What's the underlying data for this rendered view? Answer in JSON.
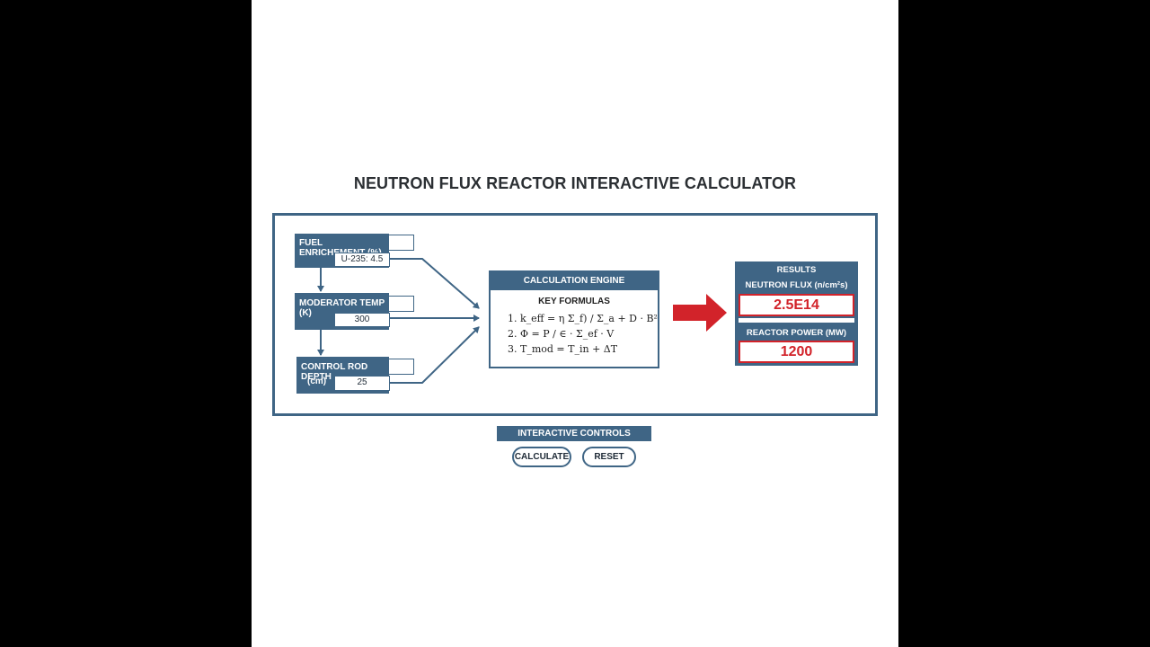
{
  "title": "NEUTRON FLUX REACTOR INTERACTIVE CALCULATOR",
  "inputs": {
    "fuel": {
      "label": "FUEL ENRICHEMENT (%)",
      "value": "U-235: 4.5"
    },
    "moderator": {
      "label": "MODERATOR TEMP (K)",
      "value": "300"
    },
    "rod": {
      "label_line1": "CONTROL ROD DEPTH",
      "label_line2": "(cm)",
      "value": "25"
    }
  },
  "engine": {
    "title": "CALCULATION ENGINE",
    "subtitle": "KEY FORMULAS",
    "formulas": [
      "1. k_eff = η Σ_f) / Σ_a + D · B²",
      "2. Φ = P / ∈ · Σ_ef · V",
      "3. T_mod = T_in + ΔT"
    ]
  },
  "results": {
    "title": "RESULTS",
    "flux_label": "NEUTRON FLUX (n/cm²s)",
    "flux_value": "2.5E14",
    "power_label": "REACTOR POWER (MW)",
    "power_value": "1200"
  },
  "controls": {
    "title": "INTERACTIVE CONTROLS",
    "calculate_label": "CALCULATE",
    "reset_label": "RESET"
  },
  "colors": {
    "panel": "#3f6585",
    "accent_red": "#d2232a",
    "background": "#ffffff",
    "letterbox": "#000000"
  },
  "icons": {
    "flow_arrow": "right-arrow-icon"
  }
}
